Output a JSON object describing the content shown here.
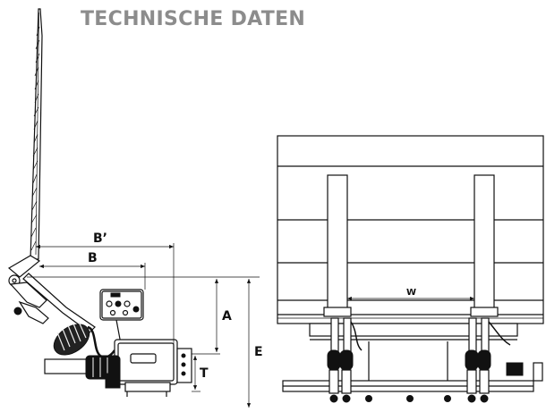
{
  "page": {
    "title": "TECHNISCHE DATEN"
  },
  "dimensions": {
    "b_prime": "B’",
    "b": "B",
    "a": "A",
    "e": "E",
    "t": "T",
    "w": "W"
  }
}
